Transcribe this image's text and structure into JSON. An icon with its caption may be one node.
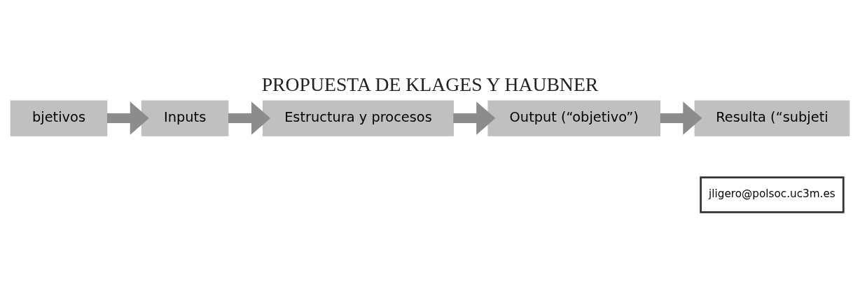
{
  "diagram": {
    "title": "PROPUESTA DE KLAGES Y HAUBNER",
    "nodes": [
      {
        "text": [
          "bjetivos"
        ]
      },
      {
        "text": [
          "Inputs"
        ]
      },
      {
        "text": [
          "Estructura y procesos"
        ]
      },
      {
        "text": [
          "Output (“objetivo”)"
        ]
      },
      {
        "text": [
          "Resulta (“subjeti"
        ]
      },
      {
        "text": [
          "jligero@polsoc.uc3m.es"
        ]
      }
    ],
    "edges": [
      {
        "from": 0,
        "to": 1,
        "arrow": "to"
      },
      {
        "from": 1,
        "to": 2,
        "arrow": "to"
      },
      {
        "from": 2,
        "to": 3,
        "arrow": "to"
      },
      {
        "from": 3,
        "to": 4,
        "arrow": "to"
      }
    ]
  }
}
